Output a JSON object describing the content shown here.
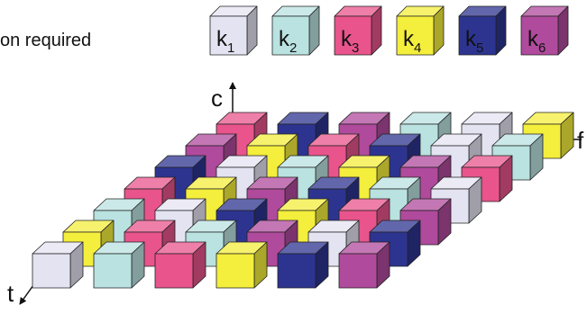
{
  "caption": "on required",
  "legend": [
    {
      "label": "k",
      "sub": "1",
      "color": "#e4e3f2"
    },
    {
      "label": "k",
      "sub": "2",
      "color": "#b9e2e0"
    },
    {
      "label": "k",
      "sub": "3",
      "color": "#e8548b"
    },
    {
      "label": "k",
      "sub": "4",
      "color": "#f4ee3c"
    },
    {
      "label": "k",
      "sub": "5",
      "color": "#2d3490"
    },
    {
      "label": "k",
      "sub": "6",
      "color": "#b04a9c"
    }
  ],
  "axes": {
    "c": "c",
    "f": "f",
    "t": "t"
  },
  "grid_rows": [
    [
      3,
      5,
      6,
      2,
      1,
      4
    ],
    [
      6,
      4,
      3,
      5,
      1,
      2
    ],
    [
      5,
      1,
      2,
      4,
      6,
      3
    ],
    [
      3,
      4,
      6,
      5,
      2,
      1
    ],
    [
      2,
      1,
      5,
      4,
      3,
      6
    ],
    [
      4,
      3,
      2,
      6,
      1,
      5
    ],
    [
      1,
      2,
      3,
      4,
      5,
      6
    ]
  ]
}
